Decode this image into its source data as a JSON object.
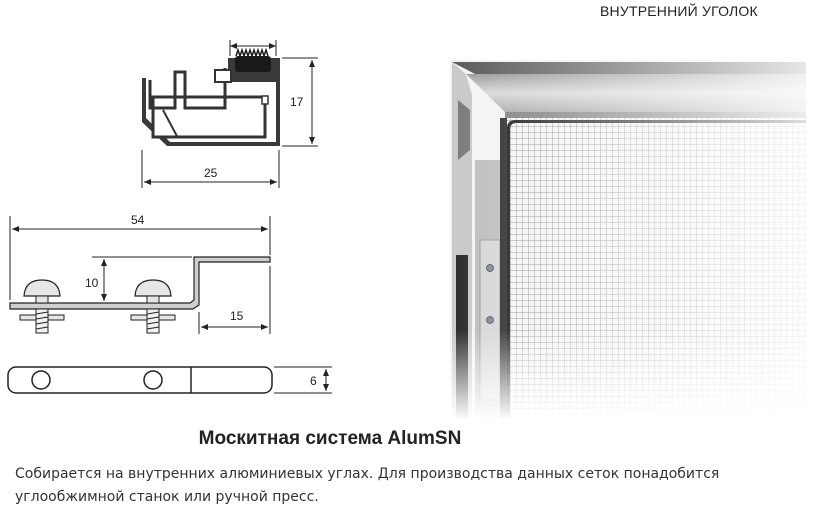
{
  "photo": {
    "label": "ВНУТРЕННИЙ УГОЛОК"
  },
  "profile_drawing": {
    "height_dim": "17",
    "width_dim": "25"
  },
  "corner_drawing": {
    "length_dim": "54",
    "height_dim": "10",
    "tab_dim": "15",
    "thickness_dim": "6"
  },
  "product": {
    "title": "Москитная система AlumSN",
    "description": "Собирается на внутренних алюминиевых углах. Для производства данных сеток понадобится углообжимной станок или ручной пресс."
  }
}
